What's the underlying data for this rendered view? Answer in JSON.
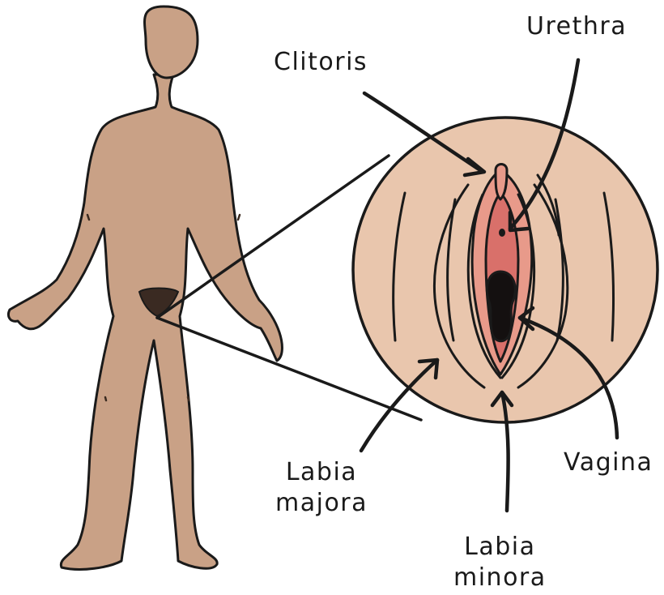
{
  "labels": {
    "clitoris": "Clitoris",
    "urethra": "Urethra",
    "labia_majora": [
      "Labia",
      "majora"
    ],
    "labia_minora": [
      "Labia",
      "minora"
    ],
    "vagina": "Vagina"
  },
  "colors": {
    "skin": "#c9a186",
    "outline": "#1a1a1a",
    "zoom_circle": "#e9c6ad",
    "inner_pink": "#e89a8a",
    "inner_dark_pink": "#d9706a",
    "opening": "#141010"
  }
}
